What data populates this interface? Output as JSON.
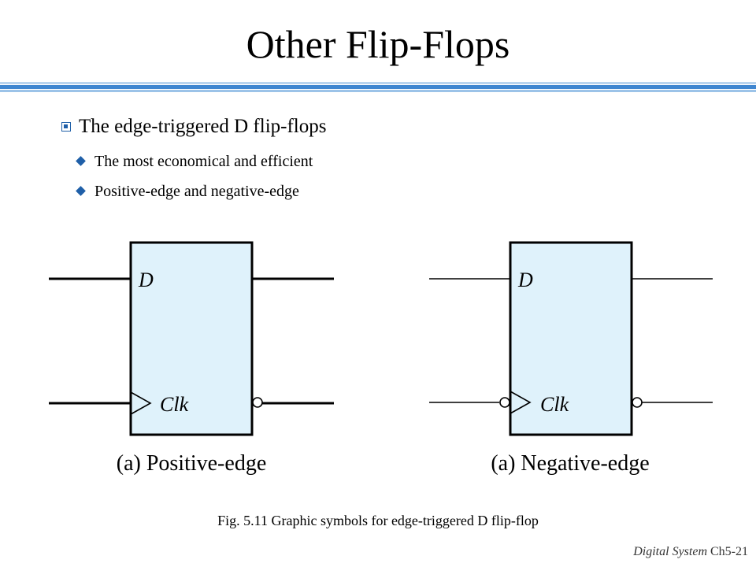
{
  "slide": {
    "title": "Other Flip-Flops"
  },
  "bullets": {
    "main": "The edge-triggered D flip-flops",
    "sub": [
      "The most economical and efficient",
      "Positive-edge and negative-edge"
    ]
  },
  "figure": {
    "positive": {
      "d_label": "D",
      "clk_label": "Clk",
      "caption": "(a) Positive-edge"
    },
    "negative": {
      "d_label": "D",
      "clk_label": "Clk",
      "caption": "(a) Negative-edge"
    },
    "caption": "Fig. 5.11 Graphic symbols for edge-triggered D flip-flop"
  },
  "footer": {
    "course": "Digital System",
    "page": "Ch5-21"
  },
  "colors": {
    "box_fill": "#dff2fb",
    "accent_blue": "#3f86d0",
    "bullet_blue": "#1f5fa8"
  }
}
